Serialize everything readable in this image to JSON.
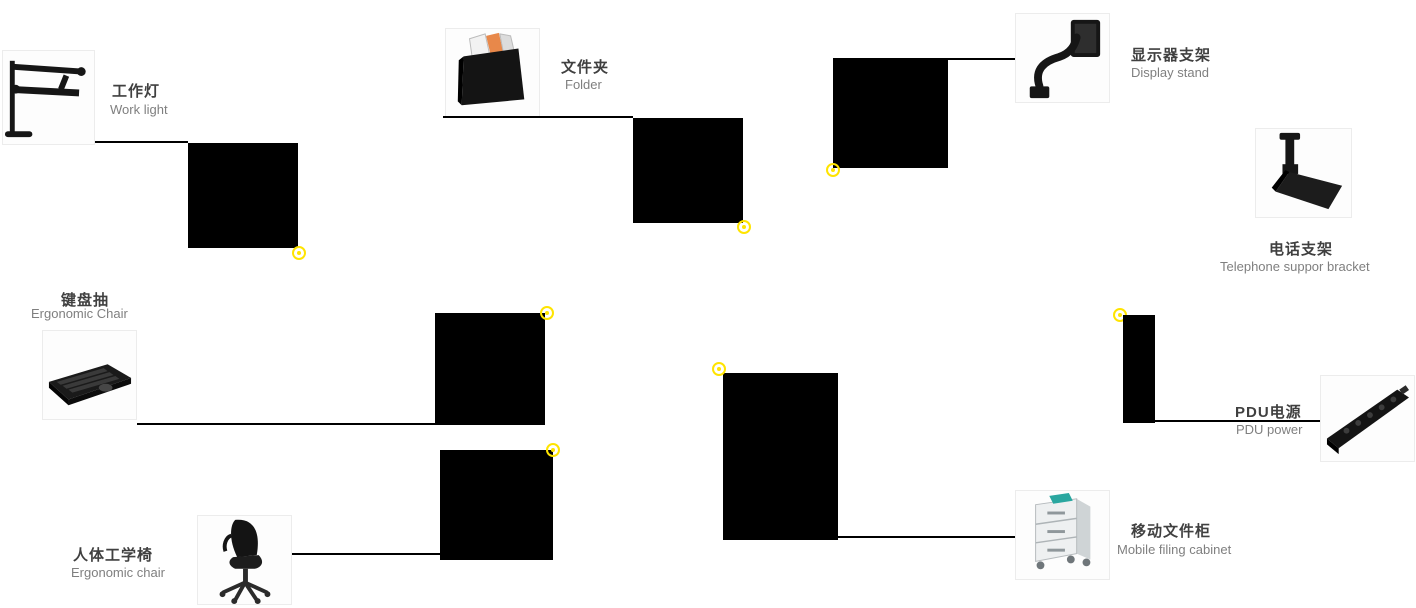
{
  "products": {
    "work_light": {
      "name_zh": "工作灯",
      "name_en": "Work light"
    },
    "folder": {
      "name_zh": "文件夹",
      "name_en": "Folder"
    },
    "display_stand": {
      "name_zh": "显示器支架",
      "name_en": "Display stand"
    },
    "telephone_bracket": {
      "name_zh": "电话支架",
      "name_en": "Telephone suppor bracket"
    },
    "keyboard_tray": {
      "name_zh": "键盘抽",
      "name_en": "Ergonomic Chair"
    },
    "pdu": {
      "name_zh": "PDU电源",
      "name_en": "PDU power"
    },
    "ergonomic_chair": {
      "name_zh": "人体工学椅",
      "name_en": "Ergonomic chair"
    },
    "mobile_cabinet": {
      "name_zh": "移动文件柜",
      "name_en": "Mobile filing cabinet"
    }
  },
  "icons": {
    "hotspot_marker": "target-ring-icon"
  },
  "colors": {
    "marker": "#ffe400",
    "line": "#000000",
    "label_zh": "#404040",
    "label_en": "#7f7f7f",
    "callout_box": "#000000",
    "background": "#ffffff"
  }
}
